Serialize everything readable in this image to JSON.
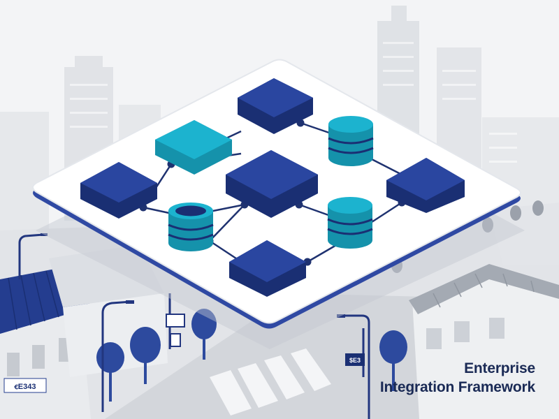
{
  "colors": {
    "navy": "#253f93",
    "navy_side": "#1a2f73",
    "cyan": "#1cb3cf",
    "cyan_side": "#1592ab",
    "platform": "#ffffff",
    "platform_edge": "#2f49a3",
    "connector": "#1f3270",
    "city": "#c9cdd3",
    "city_dark": "#9ea4ad",
    "title": "#1a2a55"
  },
  "title": {
    "line1": "Enterprise",
    "line2": "Integration Framework"
  },
  "signs": {
    "shop_sign": "ꞓE343",
    "pole_sign": "$E3"
  },
  "icons": {
    "server": "server-block-icon",
    "database": "database-cylinder-icon"
  }
}
